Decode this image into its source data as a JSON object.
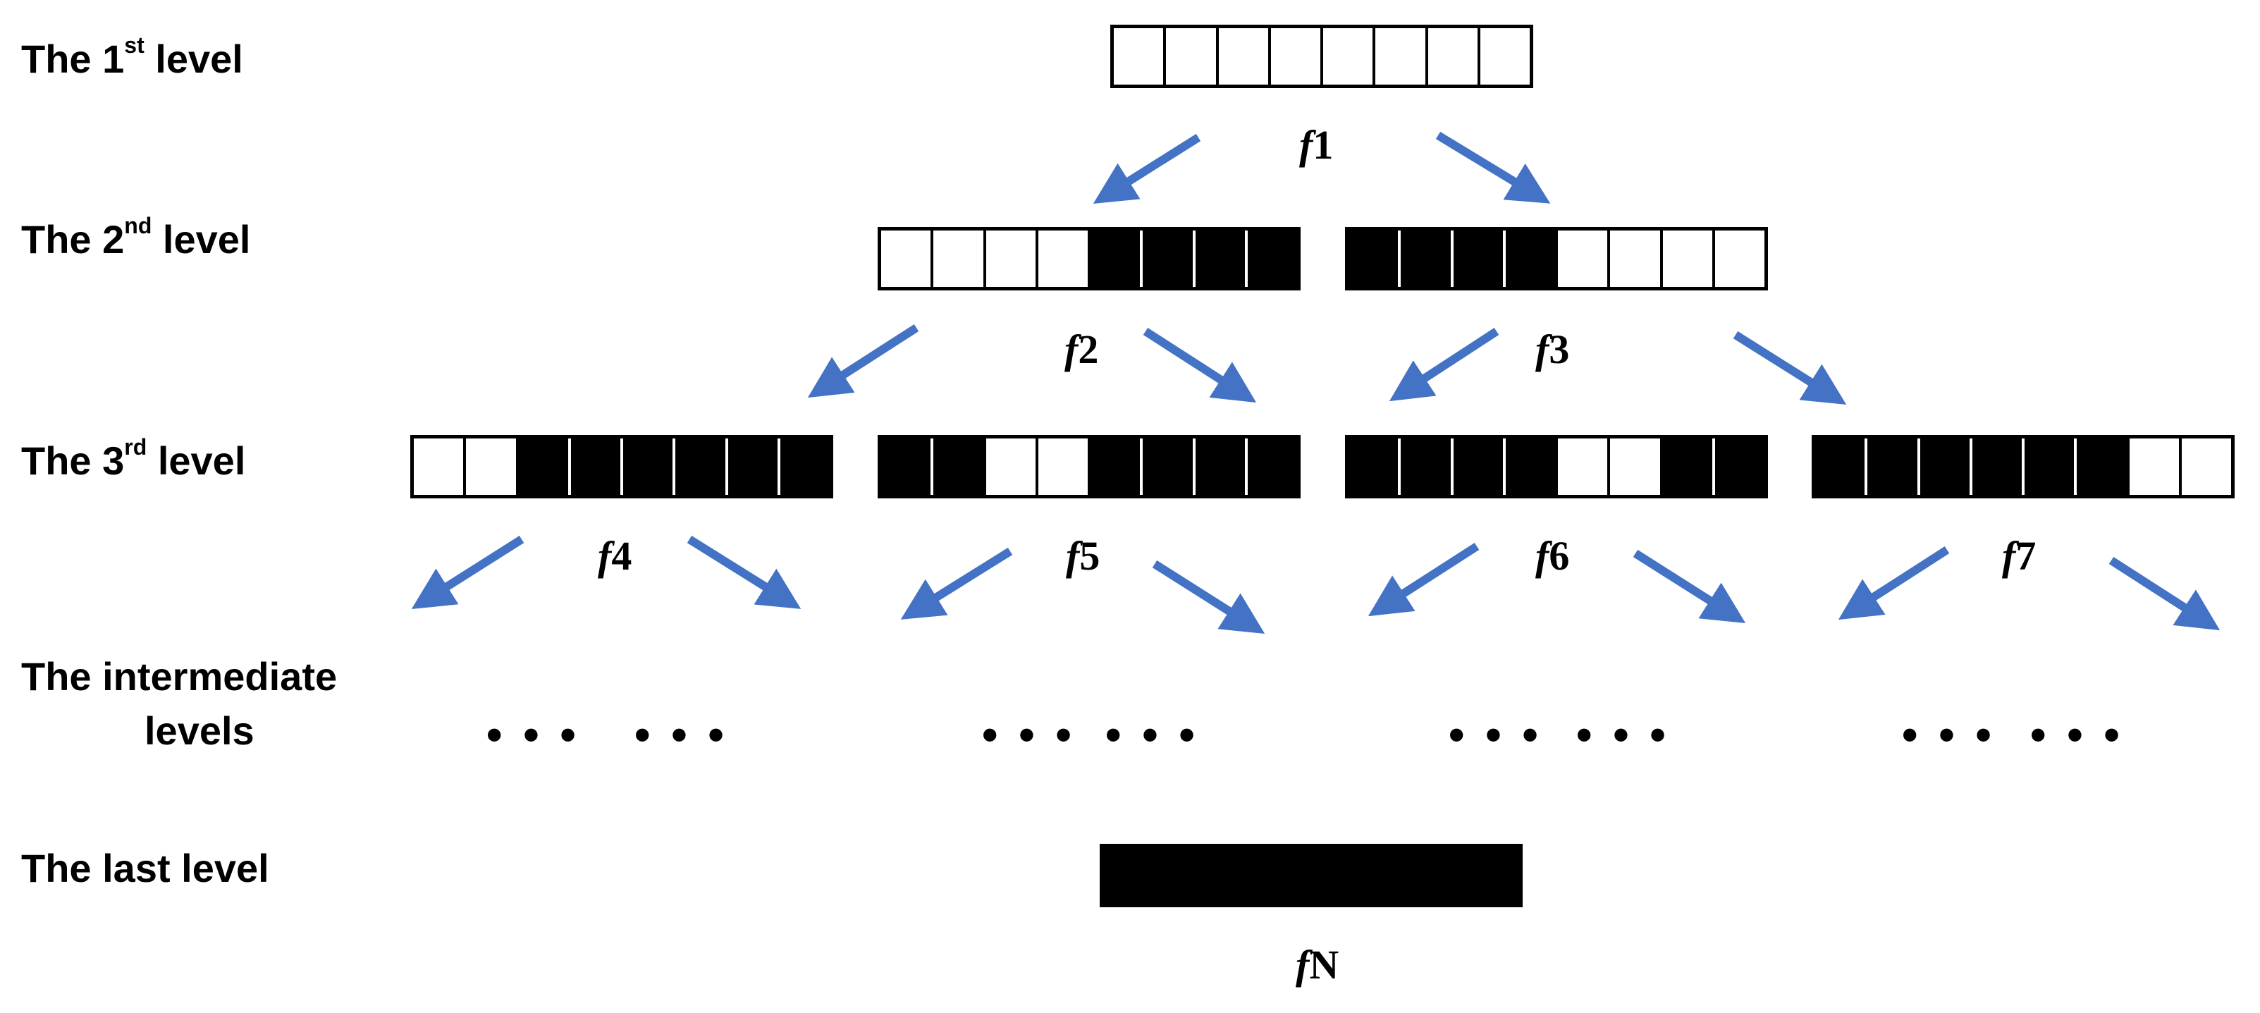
{
  "levels": {
    "first": {
      "prefix": "The 1",
      "sup": "st",
      "suffix": " level"
    },
    "second": {
      "prefix": "The 2",
      "sup": "nd",
      "suffix": " level"
    },
    "third": {
      "prefix": "The 3",
      "sup": "rd",
      "suffix": " level"
    },
    "intermediate": {
      "line1": "The intermediate",
      "line2": "levels"
    },
    "last": {
      "text": "The last level"
    }
  },
  "functions": {
    "f1": {
      "letter": "f",
      "index": "1"
    },
    "f2": {
      "letter": "f",
      "index": "2"
    },
    "f3": {
      "letter": "f",
      "index": "3"
    },
    "f4": {
      "letter": "f",
      "index": "4"
    },
    "f5": {
      "letter": "f",
      "index": "5"
    },
    "f6": {
      "letter": "f",
      "index": "6"
    },
    "f7": {
      "letter": "f",
      "index": "7"
    },
    "fN": {
      "letter": "f",
      "index": "N"
    }
  },
  "ellipsis": "• • •",
  "colors": {
    "arrow": "#4472C4",
    "bar_fill": "#000000",
    "bar_empty": "#ffffff"
  },
  "bars": {
    "level1": [
      "w",
      "w",
      "w",
      "w",
      "w",
      "w",
      "w",
      "w"
    ],
    "level2_left": [
      "w",
      "w",
      "w",
      "w",
      "b",
      "b",
      "b",
      "b"
    ],
    "level2_right": [
      "b",
      "b",
      "b",
      "b",
      "w",
      "w",
      "w",
      "w"
    ],
    "level3_a": [
      "w",
      "w",
      "b",
      "b",
      "b",
      "b",
      "b",
      "b"
    ],
    "level3_b": [
      "b",
      "b",
      "w",
      "w",
      "b",
      "b",
      "b",
      "b"
    ],
    "level3_c": [
      "b",
      "b",
      "b",
      "b",
      "w",
      "w",
      "b",
      "b"
    ],
    "level3_d": [
      "b",
      "b",
      "b",
      "b",
      "b",
      "b",
      "w",
      "w"
    ],
    "last": [
      "b",
      "b",
      "b",
      "b",
      "b",
      "b",
      "b",
      "b"
    ]
  }
}
